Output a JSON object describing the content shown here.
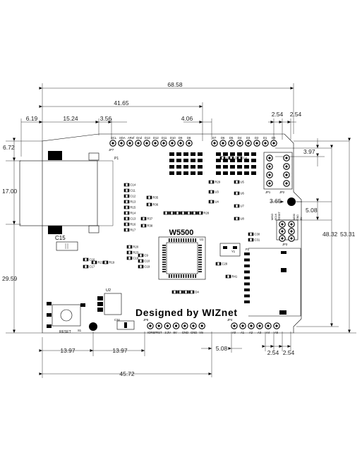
{
  "dimensions": {
    "top": [
      "68.58",
      "41.65",
      "6.19",
      "15.24",
      "3.56",
      "4.06",
      "2.54",
      "2.54"
    ],
    "left": [
      "6.72",
      "17.00",
      "29.59"
    ],
    "right": [
      "3.97",
      "3.65",
      "5.08",
      "48.32",
      "53.31"
    ],
    "bottom": [
      "13.97",
      "13.97",
      "45.72",
      "5.08",
      "2.54",
      "2.54"
    ]
  },
  "chips": {
    "main_name": "W5500",
    "main_ref": "U1",
    "regulator_ref": "U2"
  },
  "connectors": {
    "jp7": "JP7",
    "jp1": "JP1",
    "jp2": "JP2",
    "jp3": "JP3",
    "jp4": "JP4",
    "jp8": "JP8",
    "p1": "P1",
    "p2": "P2"
  },
  "top_header_pins": [
    "SCL",
    "SDA",
    "ARef",
    "Gnd",
    "D13",
    "D12",
    "D11",
    "D10",
    "D9",
    "D8",
    "D7",
    "D6",
    "D5",
    "D4",
    "D3",
    "D2",
    "D1",
    "D0"
  ],
  "bottom_left_pins": [
    "IOREF",
    "RST",
    "3.3V",
    "5V",
    "GND",
    "GND",
    "Vin"
  ],
  "bottom_right_pins": [
    "A0",
    "A1",
    "A2",
    "A3",
    "A4",
    "A5"
  ],
  "icsp_labels": [
    "MISO",
    "SCLK",
    "RESET",
    "MOSI",
    "GND",
    "5V"
  ],
  "misc_labels": {
    "c15": "C15",
    "reset_button": "RESET",
    "s1": "S1",
    "c34": "C34",
    "y1": "Y1",
    "designer_text": "Designed by WIZnet"
  },
  "component_refs": [
    "C11",
    "C12",
    "R13",
    "R15",
    "R14",
    "C13",
    "R16",
    "C14",
    "R17",
    "R35",
    "R36",
    "R37",
    "R38",
    "C16",
    "C17",
    "R21",
    "R19",
    "R20",
    "R23",
    "C18",
    "C9",
    "C10",
    "C19",
    "R30",
    "R24",
    "R26",
    "R25",
    "R31",
    "R27",
    "R28",
    "R29",
    "U3",
    "U4",
    "U5",
    "U6",
    "U7",
    "U8",
    "R41",
    "C28",
    "C30",
    "C31",
    "D1",
    "D2",
    "D3",
    "D4",
    "C2",
    "C3",
    "C4"
  ],
  "colors": {
    "line": "#000000",
    "background": "#ffffff"
  }
}
